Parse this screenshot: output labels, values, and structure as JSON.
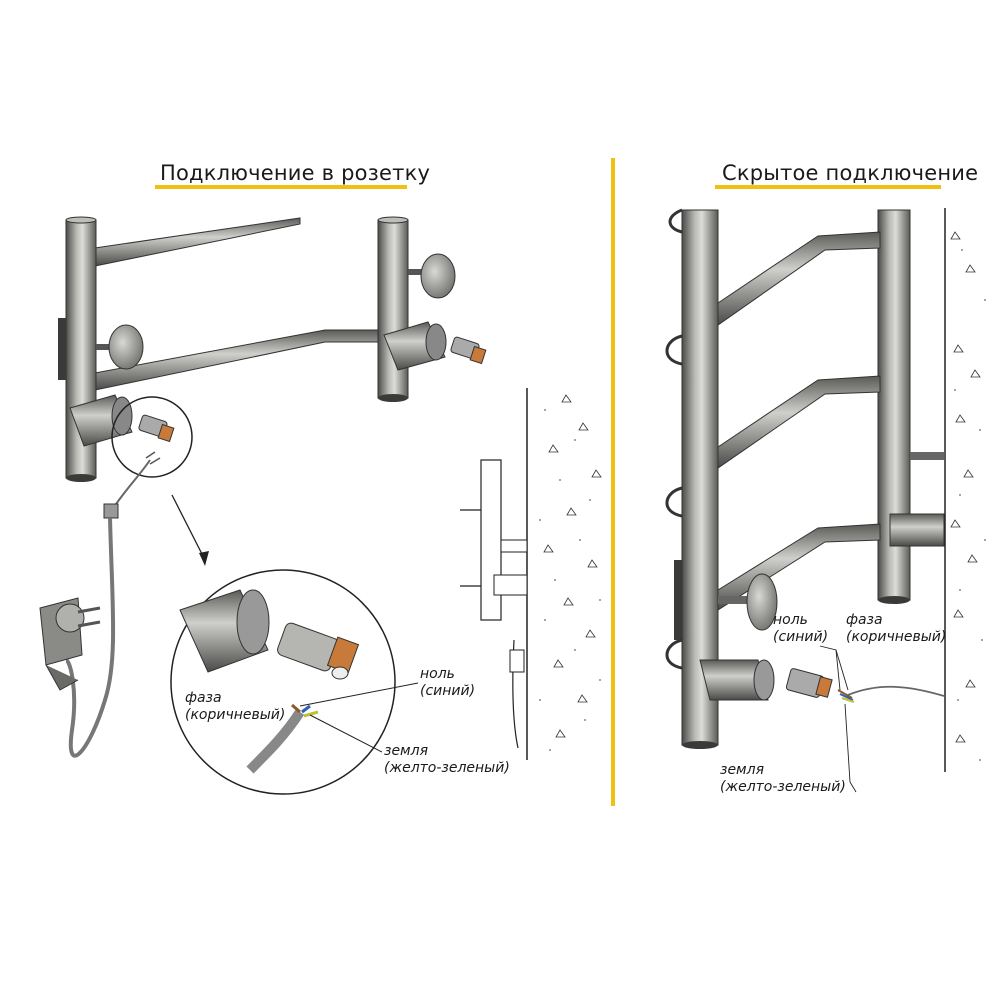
{
  "left_panel": {
    "title": "Подключение в розетку",
    "labels": {
      "phase_title": "фаза",
      "phase_color": "(коричневый)",
      "neutral_title": "ноль",
      "neutral_color": "(синий)",
      "earth_title": "земля",
      "earth_color": "(желто-зеленый)"
    }
  },
  "right_panel": {
    "title": "Скрытое подключение",
    "labels": {
      "neutral_title": "ноль",
      "neutral_color": "(синий)",
      "phase_title": "фаза",
      "phase_color": "(коричневый)",
      "earth_title": "земля",
      "earth_color": "(желто-зеленый)"
    }
  },
  "colors": {
    "accent_yellow": "#f2c011",
    "steel": "#8a8a87",
    "wire_brown": "#8a5a2b",
    "wire_blue": "#2f5fb0",
    "wire_yellow_green": "#b8c23a",
    "connector_orange": "#c77a3a"
  }
}
